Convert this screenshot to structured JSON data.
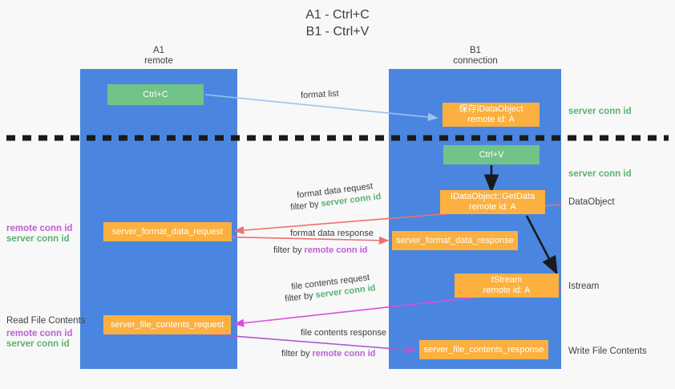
{
  "title": "A1 - Ctrl+C\nB1 - Ctrl+V",
  "columns": {
    "a1": {
      "name": "A1",
      "role": "remote",
      "header": "A1\nremote",
      "color": "#4a86e0"
    },
    "b1": {
      "name": "B1",
      "role": "connection",
      "header": "B1\nconnection",
      "color": "#4a86e0"
    }
  },
  "palette": {
    "column_blue": "#4a86e0",
    "green_box": "#72c387",
    "orange_box": "#fbb040",
    "server_conn_green": "#57b26f",
    "remote_conn_purple": "#bd5fd4",
    "arrow_blue": "#9cc3ea",
    "arrow_red": "#ef6f6f",
    "arrow_magenta": "#d84fd8",
    "arrow_purple": "#b05bd0",
    "arrow_black": "#1a1a1a",
    "dashed_line": "#1a1a1a",
    "background": "#f8f8f8"
  },
  "boxes": {
    "ctrl_c": "Ctrl+C",
    "idataobject": "保存IDataObject\nremote id: A",
    "ctrl_v": "Ctrl+V",
    "getdata": "IDataObject::GetData\nremote id: A",
    "format_data_request": "server_format_data_request",
    "format_data_response": "server_format_data_response",
    "istream": "IStream\nremote id: A",
    "file_contents_request": "server_file_contents_request",
    "file_contents_response": "server_file_contents_response"
  },
  "side_labels": {
    "server_conn_id": "server conn id",
    "remote_conn_id": "remote conn id",
    "dataobject": "DataObject",
    "istream": "Istream",
    "write_file_contents": "Write File Contents",
    "read_file_contents": "Read File Contents"
  },
  "wire_labels": {
    "format_list": "format list",
    "format_data_request": "format data request",
    "format_data_response": "format data response",
    "file_contents_request": "file contents request",
    "file_contents_response": "file contents response",
    "filter_by": "filter by",
    "filter_server": "server conn id",
    "filter_remote": "remote conn id"
  }
}
